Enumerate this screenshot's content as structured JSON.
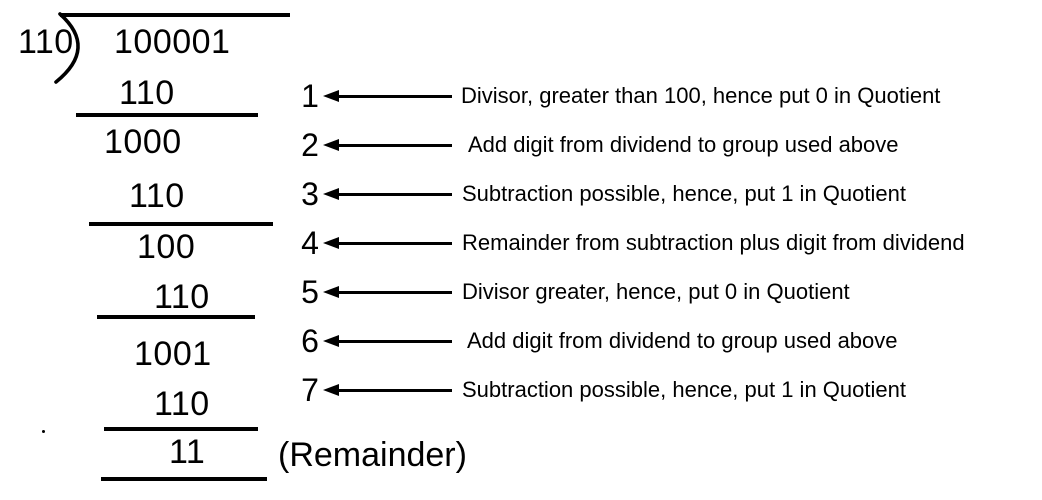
{
  "colors": {
    "ink": "#000000",
    "background": "#ffffff"
  },
  "icons": {
    "step_pointer": "left-arrow"
  },
  "division": {
    "divisor": "110",
    "dividend": "100001",
    "work_rows": [
      "110",
      "1000",
      "110",
      "100",
      "110",
      "1001",
      "110"
    ],
    "remainder_value": "11",
    "remainder_label": "(Remainder)"
  },
  "steps": [
    {
      "number": "1",
      "text": "Divisor, greater than 100, hence put 0 in Quotient"
    },
    {
      "number": "2",
      "text": "Add digit from dividend to group used above"
    },
    {
      "number": "3",
      "text": "Subtraction possible, hence, put 1 in Quotient"
    },
    {
      "number": "4",
      "text": "Remainder from subtraction plus digit from dividend"
    },
    {
      "number": "5",
      "text": "Divisor greater, hence, put 0 in Quotient"
    },
    {
      "number": "6",
      "text": "Add digit from dividend to group used above"
    },
    {
      "number": "7",
      "text": "Subtraction possible, hence, put 1 in Quotient"
    }
  ]
}
